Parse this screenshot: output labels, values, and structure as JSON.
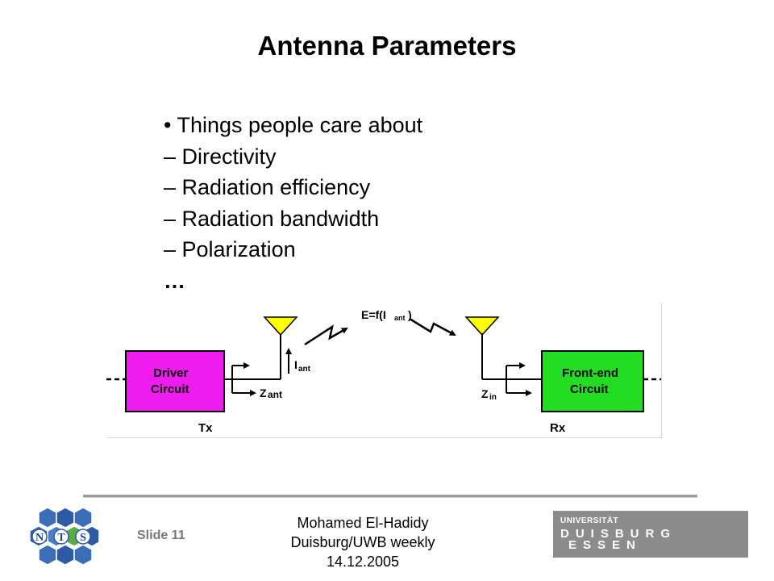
{
  "slide": {
    "title": "Antenna Parameters",
    "bullets": [
      "• Things people care about",
      "– Directivity",
      "– Radiation efficiency",
      "– Radiation bandwidth",
      "– Polarization",
      "…"
    ]
  },
  "diagram": {
    "tx_block": {
      "line1": "Driver",
      "line2": "Circuit",
      "color": "#ee1cee"
    },
    "rx_block": {
      "line1": "Front-end",
      "line2": "Circuit",
      "color": "#22dd22"
    },
    "antenna_color": "#ffff00",
    "field_label_main": "E=f(I",
    "field_label_sub": "ant",
    "field_label_close": ")",
    "current_label_main": "I",
    "current_label_sub": "ant",
    "tx_impedance_main": "Z",
    "tx_impedance_sub": "ant",
    "rx_impedance_main": "Z",
    "rx_impedance_sub": "in",
    "tx_label": "Tx",
    "rx_label": "Rx"
  },
  "footer": {
    "slide_number": "Slide 11",
    "presenter_lines": [
      "Mohamed El-Hadidy",
      "Duisburg/UWB weekly",
      "14.12.2005"
    ],
    "nts_letters": [
      "N",
      "T",
      "S"
    ],
    "university_line1": "UNIVERSITÄT",
    "university_line2": "DUISBURG",
    "university_line3": "ESSEN"
  }
}
